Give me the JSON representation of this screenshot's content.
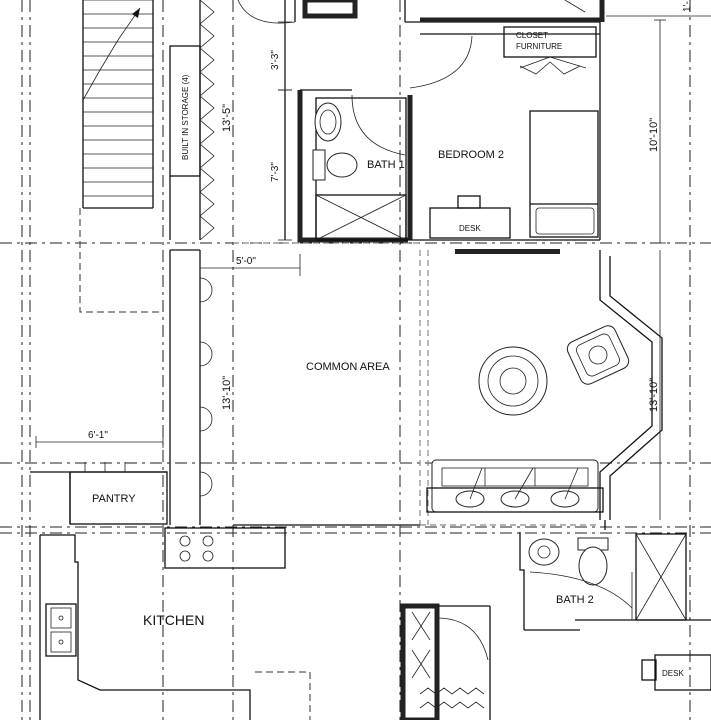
{
  "rooms": {
    "bedroom2": "BEDROOM 2",
    "bath1": "BATH 1",
    "bath2": "BATH 2",
    "common_area": "COMMON AREA",
    "kitchen": "KITCHEN",
    "pantry": "PANTRY"
  },
  "annotations": {
    "built_in_storage": "BUILT IN STORAGE (4)",
    "desk_bedroom": "DESK",
    "desk_lower": "DESK",
    "closet_line1": "CLOSET",
    "closet_line2": "FURNITURE"
  },
  "dimensions": {
    "d_3_3": "3'-3\"",
    "d_7_3": "7'-3\"",
    "d_13_5": "13'-5\"",
    "d_5_0": "5'-0\"",
    "d_13_10_left": "13'-10\"",
    "d_13_10_right": "13'-10\"",
    "d_10_10": "10'-10\"",
    "d_6_1": "6'-1\"",
    "d_corner": "1'-"
  }
}
